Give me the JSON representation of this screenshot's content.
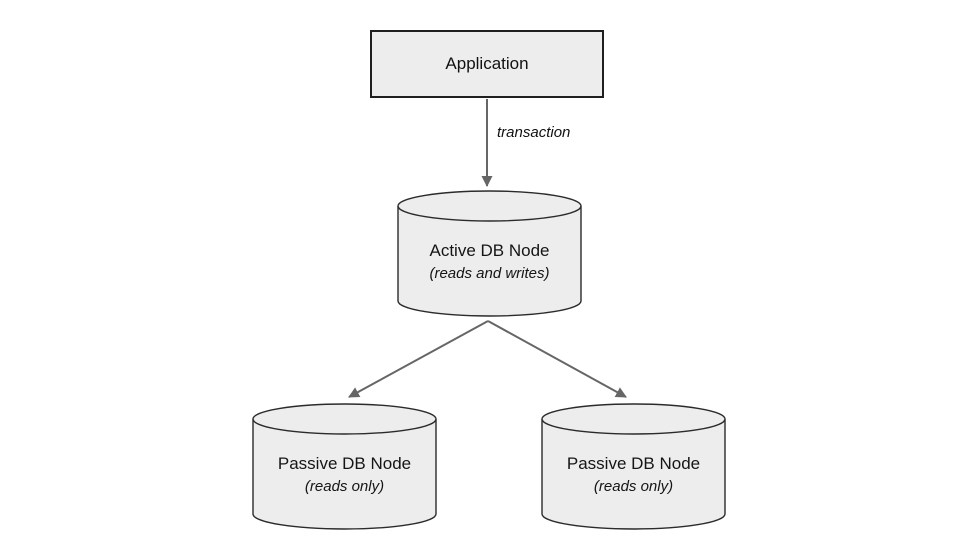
{
  "diagram": {
    "nodes": {
      "application": {
        "label": "Application"
      },
      "active": {
        "title": "Active DB Node",
        "subtitle": "(reads and writes)"
      },
      "passive_left": {
        "title": "Passive DB Node",
        "subtitle": "(reads only)"
      },
      "passive_right": {
        "title": "Passive DB Node",
        "subtitle": "(reads only)"
      }
    },
    "edges": {
      "transaction": {
        "label": "transaction"
      }
    },
    "colors": {
      "background": "#ffffff",
      "node_fill": "#ededed",
      "box_border": "#1f1f1f",
      "cylinder_border": "#2b2b2b",
      "arrow": "#666666",
      "text": "#111111"
    }
  }
}
